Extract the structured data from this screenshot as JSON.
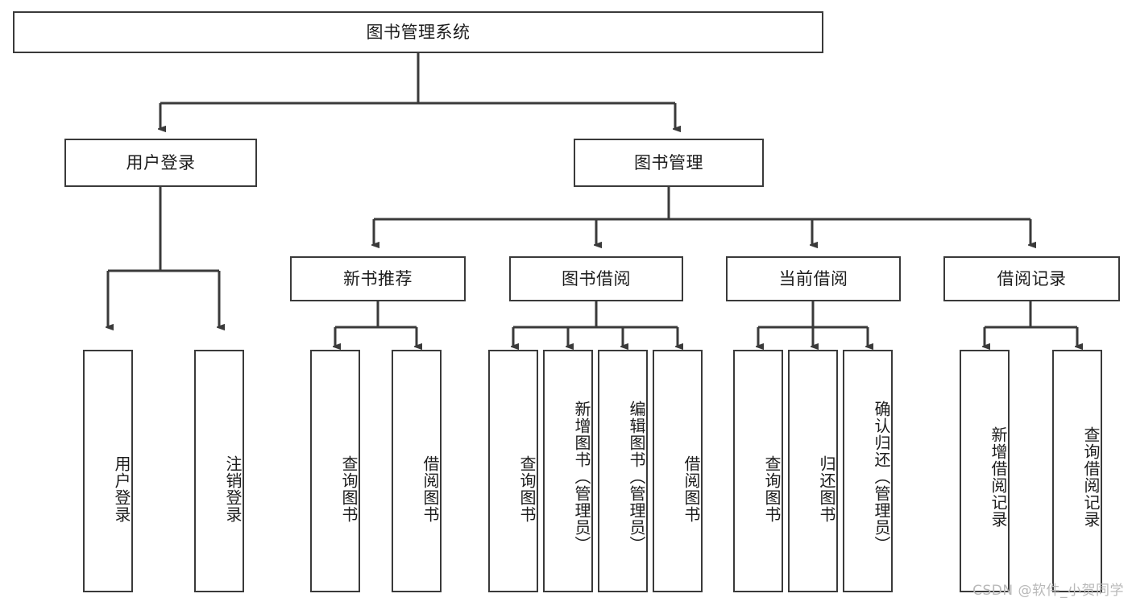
{
  "diagram": {
    "title": "图书管理系统",
    "type": "tree",
    "watermark": "CSDN @软件_小贺同学",
    "colors": {
      "node_border": "#3a3a3a",
      "node_fill": "#ffffff",
      "edge": "#3a3a3a",
      "text": "#1c1c1c",
      "watermark": "#b9b9b9"
    },
    "levels": {
      "root": {
        "label": "图书管理系统"
      },
      "level2": [
        {
          "id": "user-login",
          "label": "用户登录"
        },
        {
          "id": "book-manage",
          "label": "图书管理"
        }
      ],
      "level3": [
        {
          "id": "new-book-rec",
          "label": "新书推荐"
        },
        {
          "id": "book-borrow",
          "label": "图书借阅"
        },
        {
          "id": "current-borrow",
          "label": "当前借阅"
        },
        {
          "id": "borrow-record",
          "label": "借阅记录"
        }
      ],
      "leaves": {
        "user-login": [
          {
            "id": "leaf-user-login",
            "label": "用户登录"
          },
          {
            "id": "leaf-user-logout",
            "label": "注销登录"
          }
        ],
        "new-book-rec": [
          {
            "id": "leaf-query-book-1",
            "label": "查询图书"
          },
          {
            "id": "leaf-borrow-book-1",
            "label": "借阅图书"
          }
        ],
        "book-borrow": [
          {
            "id": "leaf-query-book-2",
            "label": "查询图书"
          },
          {
            "id": "leaf-add-book",
            "label": "新增图书（管理员）"
          },
          {
            "id": "leaf-edit-book",
            "label": "编辑图书（管理员）"
          },
          {
            "id": "leaf-borrow-book-2",
            "label": "借阅图书"
          }
        ],
        "current-borrow": [
          {
            "id": "leaf-query-book-3",
            "label": "查询图书"
          },
          {
            "id": "leaf-return-book",
            "label": "归还图书"
          },
          {
            "id": "leaf-confirm-return",
            "label": "确认归还（管理员）"
          }
        ],
        "borrow-record": [
          {
            "id": "leaf-add-record",
            "label": "新增借阅记录"
          },
          {
            "id": "leaf-query-record",
            "label": "查询借阅记录"
          }
        ]
      }
    }
  }
}
